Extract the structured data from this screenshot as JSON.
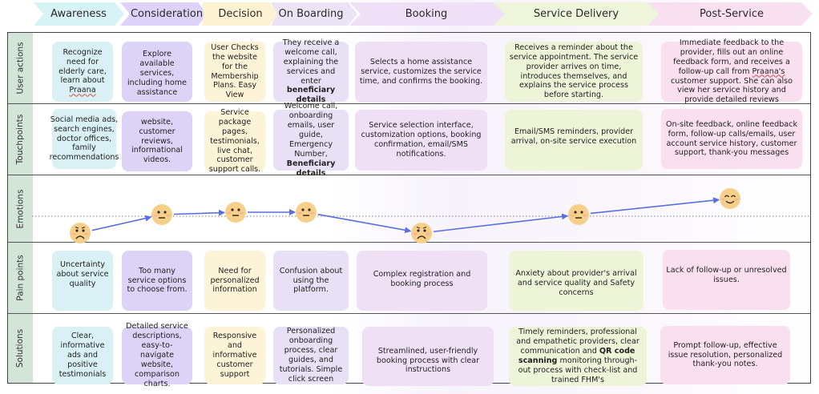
{
  "stages": [
    {
      "label": "Awareness",
      "color": "#d8f3f6"
    },
    {
      "label": "Consideration",
      "color": "#ddd3f8"
    },
    {
      "label": "Decision",
      "color": "#fdf3d3"
    },
    {
      "label": "On Boarding",
      "color": "#ebe3f6"
    },
    {
      "label": "Booking",
      "color": "#efdff7"
    },
    {
      "label": "Service Delivery",
      "color": "#eef5da"
    },
    {
      "label": "Post-Service",
      "color": "#f9e0f0"
    }
  ],
  "rows": {
    "user_actions": {
      "label": "User actions",
      "cards": [
        "Recognize need for elderly care, learn about",
        "Explore available services, including home assistance",
        "User Checks the website for the Membership Plans. Easy View",
        "They receive a welcome call, explaining the services and enter",
        "Selects a home assistance service, customizes the service time, and confirms the booking.",
        "Receives a reminder about the service appointment. The service provider arrives on time, introduces themselves, and explains the service process before starting.",
        "Immediate feedback to the provider, fills out an online feedback form, and receives a follow-up call from"
      ],
      "awareness_brand": "Praana",
      "onboarding_bold": "beneficiary details",
      "post_brand": "Praana's",
      "post_tail": "customer support. She can also view her service history and provide detailed reviews"
    },
    "touchpoints": {
      "label": "Touchpoints",
      "cards": [
        "Social media ads, search engines, doctor offices, family recommendations",
        "website, customer reviews, informational videos.",
        "Service package pages, testimonials, live chat, customer support calls.",
        "Welcome call, onboarding emails, user guide, Emergency Number,",
        "Service selection interface, customization options, booking confirmation, email/SMS notifications.",
        "Email/SMS reminders, provider arrival, on-site service execution",
        "On-site feedback, online feedback form, follow-up calls/emails, user account service history, customer support, thank-you messages"
      ],
      "onboarding_bold": "Beneficiary details"
    },
    "emotions": {
      "label": "Emotions",
      "points": [
        {
          "stage": "Awareness",
          "mood": "worried"
        },
        {
          "stage": "Consideration",
          "mood": "neutral"
        },
        {
          "stage": "Decision",
          "mood": "neutral"
        },
        {
          "stage": "On Boarding",
          "mood": "neutral"
        },
        {
          "stage": "Booking",
          "mood": "worried"
        },
        {
          "stage": "Service Delivery",
          "mood": "neutral"
        },
        {
          "stage": "Post-Service",
          "mood": "happy"
        }
      ],
      "line_color": "#5b6ee1",
      "face_color": "#f6d08a"
    },
    "pain_points": {
      "label": "Pain points",
      "cards": [
        "Uncertainty about service quality",
        "Too many service options to choose from.",
        "Need for personalized information",
        "Confusion about using the platform.",
        "Complex registration and booking process",
        "Anxiety about provider's arrival and service quality and Safety concerns",
        "Lack of follow-up or unresolved issues."
      ]
    },
    "solutions": {
      "label": "Solutions",
      "cards": [
        "Clear, informative ads and positive testimonials",
        "Detailed service descriptions, easy-to-navigate website, comparison charts.",
        "Responsive and informative customer support",
        "Personalized onboarding process, clear guides, and tutorials. Simple click screen",
        "Streamlined, user-friendly booking process with clear instructions",
        "Timely reminders, professional and empathetic providers, clear communication and",
        "Prompt follow-up, effective issue resolution, personalized thank-you notes."
      ],
      "service_bold": "QR code scanning",
      "service_tail": "monitoring through-out process with check-list and trained FHM's"
    }
  }
}
